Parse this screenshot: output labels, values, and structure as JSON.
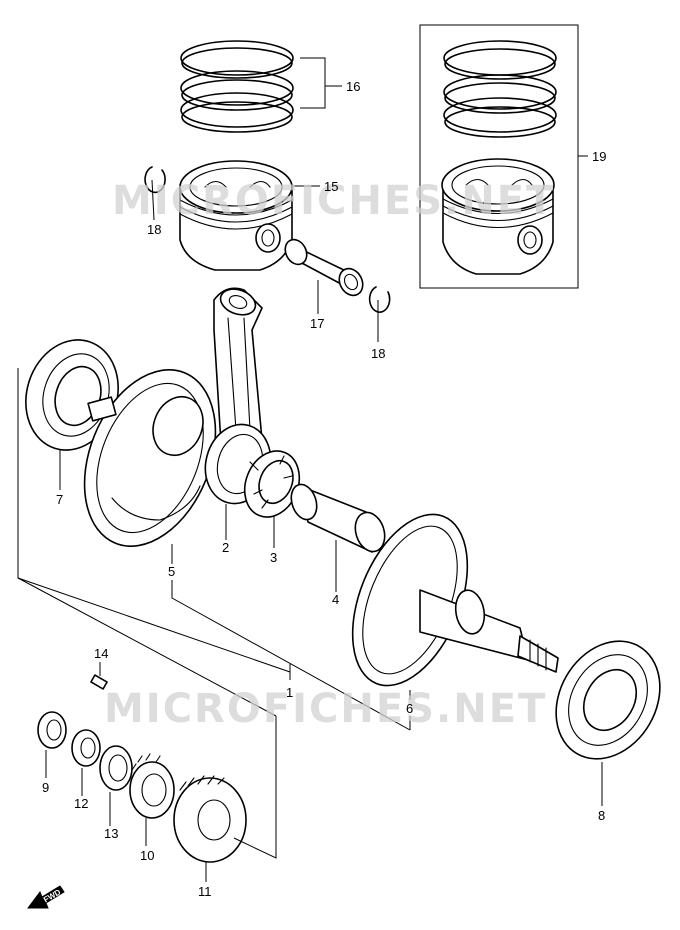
{
  "watermark": {
    "text": "MICROFICHES.NET"
  },
  "direction_badge": {
    "label": "FWD"
  },
  "callouts": {
    "c1": "1",
    "c2": "2",
    "c3": "3",
    "c4": "4",
    "c5": "5",
    "c6": "6",
    "c7": "7",
    "c8": "8",
    "c9": "9",
    "c10": "10",
    "c11": "11",
    "c12": "12",
    "c13": "13",
    "c14": "14",
    "c15": "15",
    "c16": "16",
    "c17": "17",
    "c18a": "18",
    "c18b": "18",
    "c19": "19"
  }
}
